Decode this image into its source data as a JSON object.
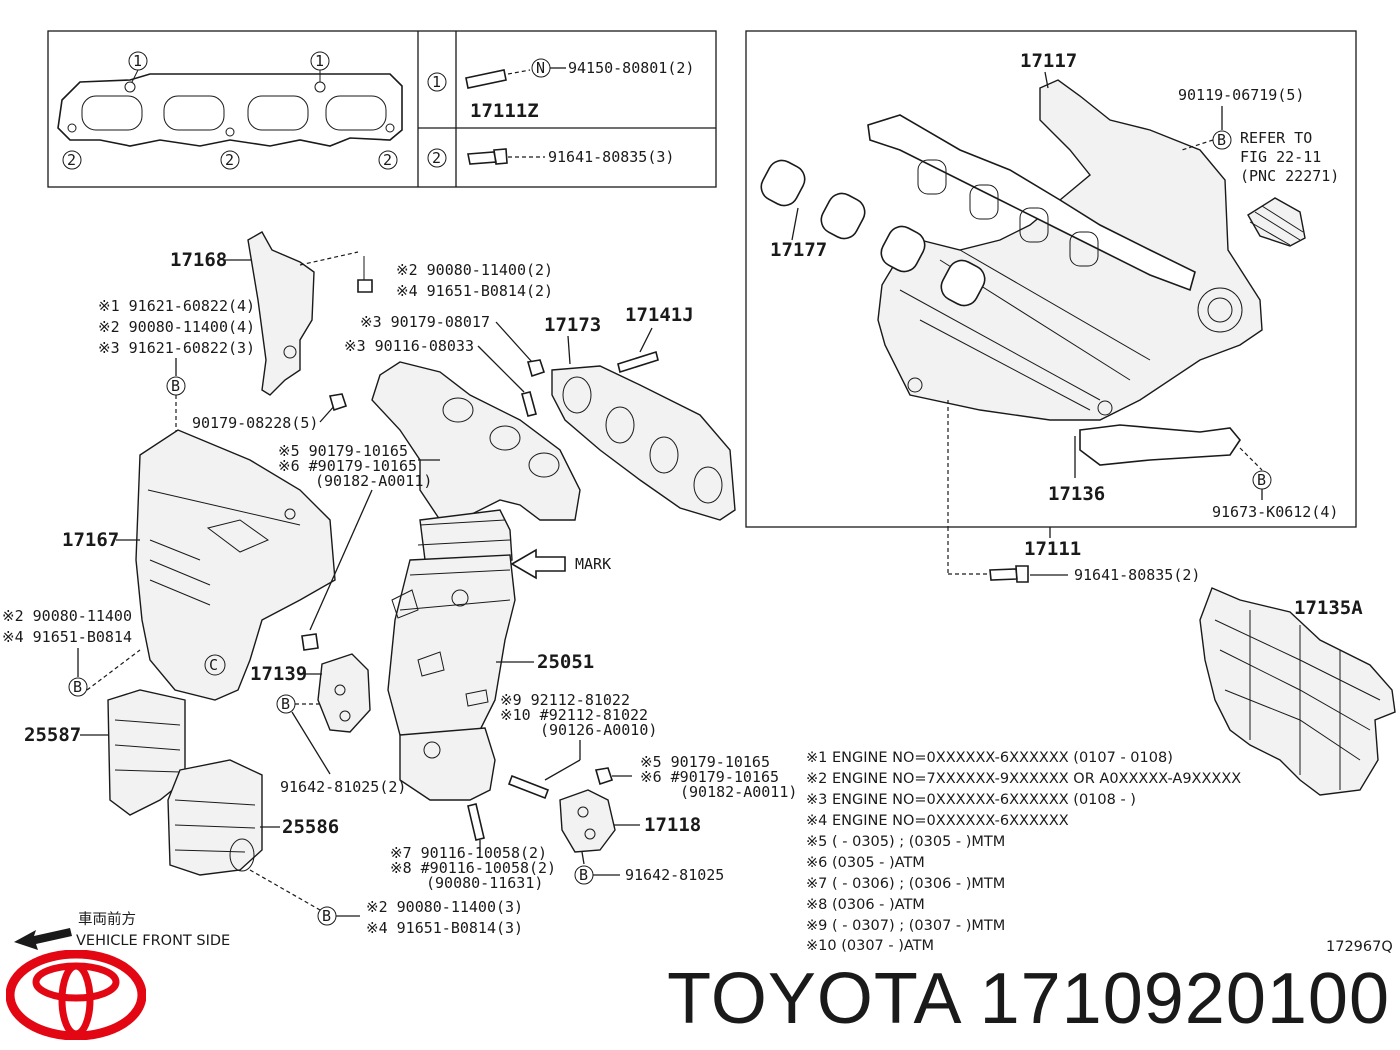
{
  "brand": {
    "name": "TOYOTA",
    "part_number": "1710920100",
    "logo_color": "#e30613"
  },
  "diagram_code": "172967Q",
  "direction": {
    "jp": "車両前方",
    "en": "VEHICLE FRONT SIDE"
  },
  "gasket_table": {
    "row1_callout": "1",
    "row1_part": "17111Z",
    "row1_sub_callout": "N",
    "row1_number": "94150-80801(2)",
    "row2_callout": "2",
    "row2_number": "91641-80835(3)"
  },
  "gasket_callouts": [
    "1",
    "1",
    "2",
    "2",
    "2"
  ],
  "intake_box": {
    "p17117": "17117",
    "p90119": "90119-06719(5)",
    "refer_b": "B",
    "refer_1": "REFER TO",
    "refer_2": "FIG 22-11",
    "refer_3": "(PNC 22271)",
    "p17177": "17177",
    "p17136": "17136",
    "p91673_b": "B",
    "p91673": "91673-K0612(4)"
  },
  "p17111": "17111",
  "p91641_b": "91641-80835(2)",
  "p17135a": "17135A",
  "left": {
    "p17168": "17168",
    "b_list": [
      "※1 91621-60822(4)",
      "※2 90080-11400(4)",
      "※3 91621-60822(3)"
    ],
    "b_callout": "B",
    "p90179_08228": "90179-08228(5)",
    "p17167": "17167",
    "mid_list": [
      "※2 90080-11400",
      "※4 91651-B0814"
    ],
    "mid_b": "B",
    "p25587": "25587",
    "p25586": "25586",
    "c_mark": "C",
    "bottom_b": "B",
    "bottom_list": [
      "※2  90080-11400(3)",
      "※4  91651-B0814(3)"
    ]
  },
  "center": {
    "top_list": [
      "※2  90080-11400(2)",
      "※4  91651-B0814(2)"
    ],
    "s3_list": [
      "※3  90179-08017",
      "※3  90116-08033"
    ],
    "p17173": "17173",
    "p17141j": "17141J",
    "s5_list": [
      "※5  90179-10165",
      "※6 #90179-10165",
      "(90182-A0011)"
    ],
    "mark": "MARK",
    "p17139": "17139",
    "b_17139": "B",
    "p91642_81025_2": "91642-81025(2)",
    "p25051": "25051",
    "s9_list": [
      "※9     92112-81022",
      "※10 #92112-81022",
      "(90126-A0010)"
    ],
    "s5b_list": [
      "※5   90179-10165",
      "※6 #90179-10165",
      "(90182-A0011)"
    ],
    "p17118": "17118",
    "s7_list": [
      "※7    90116-10058(2)",
      "※8 #90116-10058(2)",
      "(90080-11631)"
    ],
    "b_91642": "B",
    "p91642_81025": "91642-81025"
  },
  "notes": [
    "※1 ENGINE NO=0XXXXXX-6XXXXXX (0107 - 0108)",
    "※2 ENGINE NO=7XXXXXX-9XXXXXX OR A0XXXXX-A9XXXXX",
    "※3 ENGINE NO=0XXXXXX-6XXXXXX (0108 -          )",
    "※4 ENGINE NO=0XXXXXX-6XXXXXX",
    "※5 (          - 0305) ; (0305 -          )MTM",
    "※6 (0305 -          )ATM",
    "※7 (          - 0306) ; (0306 -          )MTM",
    "※8 (0306 -          )ATM",
    "※9 (          - 0307) ; (0307 -          )MTM",
    "※10 (0307 -          )ATM"
  ]
}
